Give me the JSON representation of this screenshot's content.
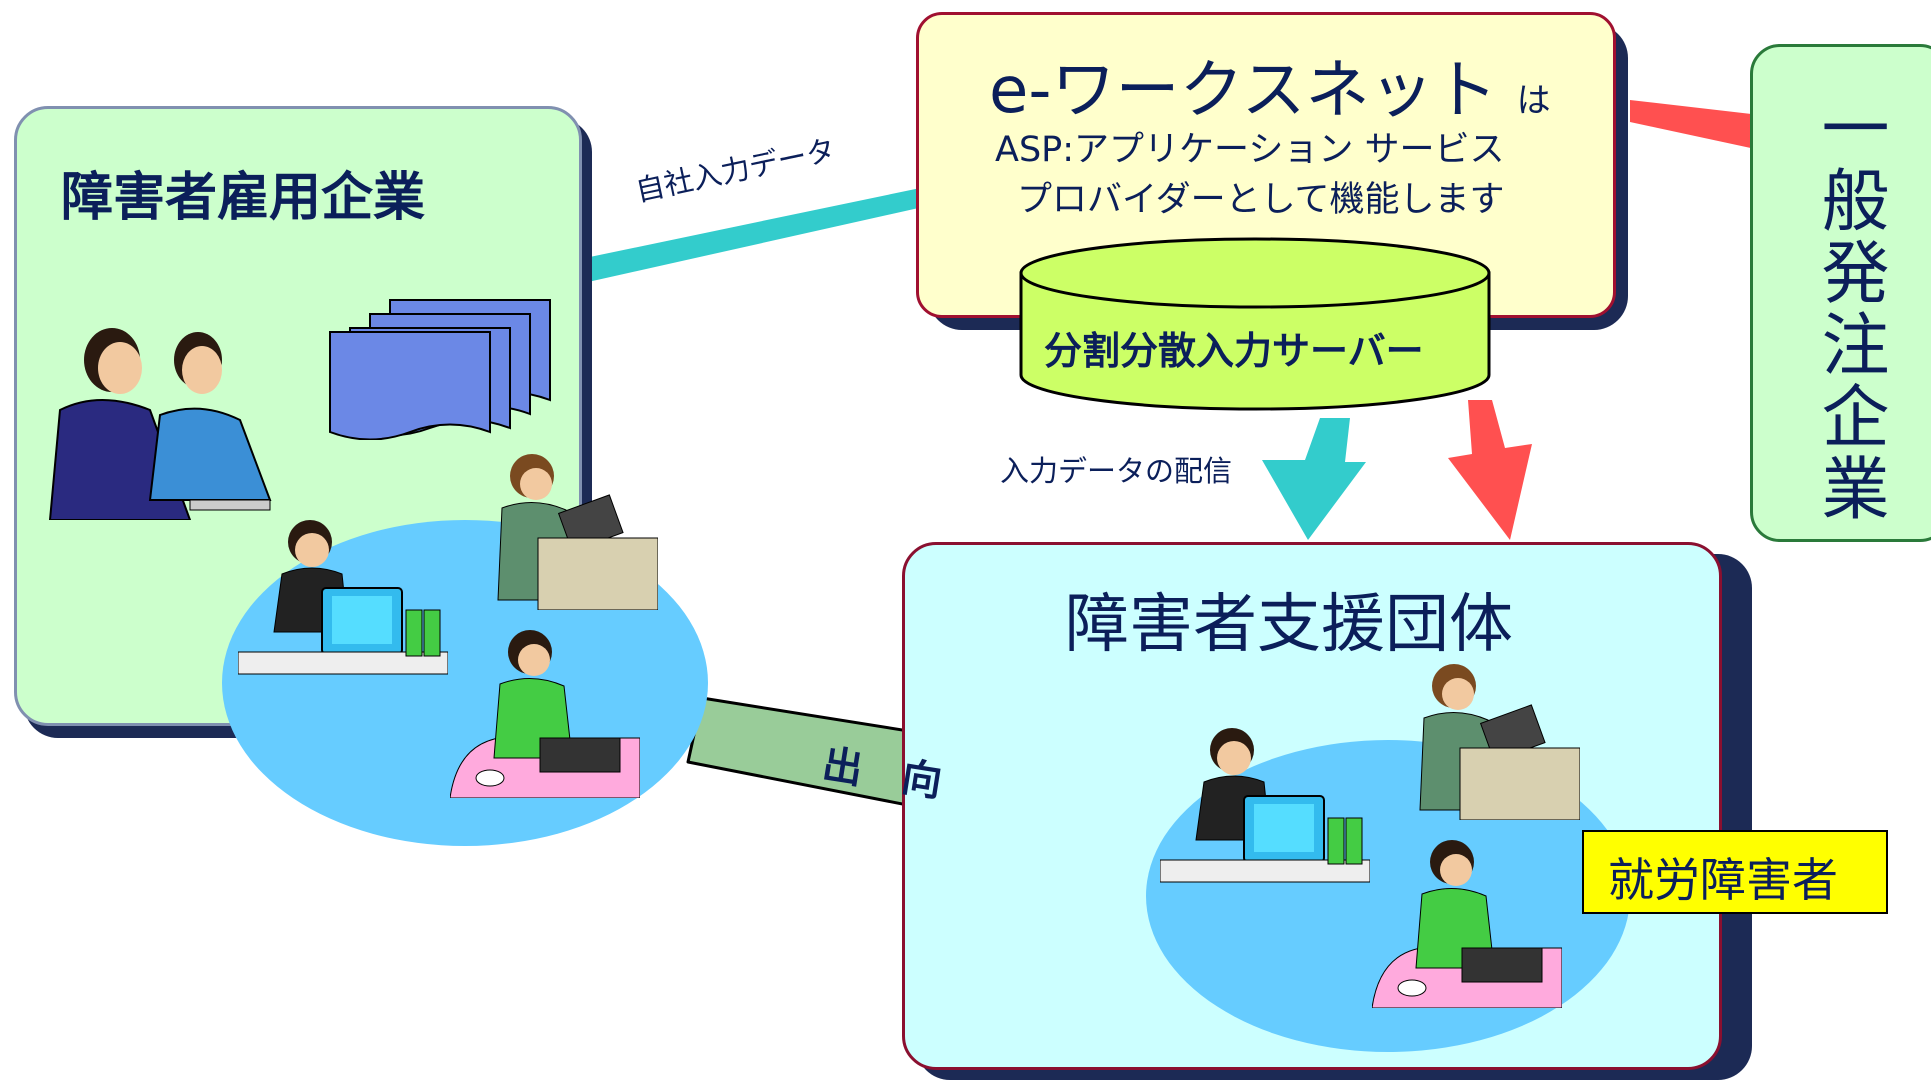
{
  "employer": {
    "title": "障害者雇用企業"
  },
  "service": {
    "name": "e-ワークスネット",
    "name_suffix": "は",
    "line2": "ASP:アプリケーション サービス",
    "line3": "プロバイダーとして機能します"
  },
  "server": {
    "label": "分割分散入力サーバー"
  },
  "client": {
    "label": "一般発注企業"
  },
  "support": {
    "title": "障害者支援団体"
  },
  "worker_badge": {
    "label": "就労障害者"
  },
  "links": {
    "self_input": "自社入力データ",
    "distribution": "入力データの配信",
    "secondment": "出　向"
  },
  "colors": {
    "employer_bg": "#ccffcc",
    "service_bg": "#ffffcc",
    "server_fill": "#ccff66",
    "client_bg": "#ccffcc",
    "support_bg": "#ccffff",
    "badge_bg": "#ffff00",
    "teal_link": "#33cccc",
    "red_link": "#ff5050",
    "secondment_arrow": "#99cc99",
    "oval": "#66ccff",
    "title_text": "#0b1f5a"
  }
}
